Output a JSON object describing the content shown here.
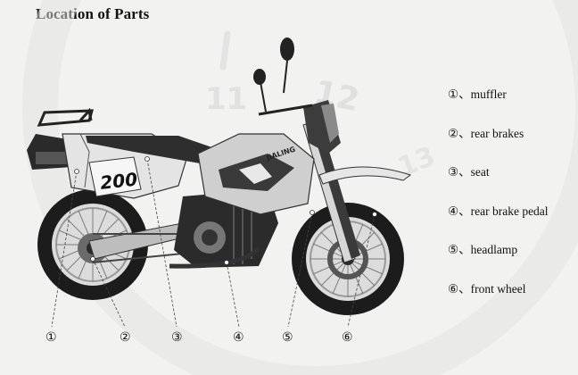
{
  "page": {
    "title": "Location of Parts"
  },
  "motorcycle": {
    "tank_label": "JIALING",
    "side_number": "200"
  },
  "watermark": {
    "numerals": [
      "11",
      "12",
      "13"
    ]
  },
  "callouts": [
    "①",
    "②",
    "③",
    "④",
    "⑤",
    "⑥"
  ],
  "legend": [
    {
      "marker": "①",
      "sep": "、",
      "label": "muffler"
    },
    {
      "marker": "②",
      "sep": "、",
      "label": "rear brakes"
    },
    {
      "marker": "③",
      "sep": "、",
      "label": "seat"
    },
    {
      "marker": "④",
      "sep": "、",
      "label": "rear brake pedal"
    },
    {
      "marker": "⑤",
      "sep": "、",
      "label": "headlamp"
    },
    {
      "marker": "⑥",
      "sep": "、",
      "label": "front wheel"
    }
  ]
}
